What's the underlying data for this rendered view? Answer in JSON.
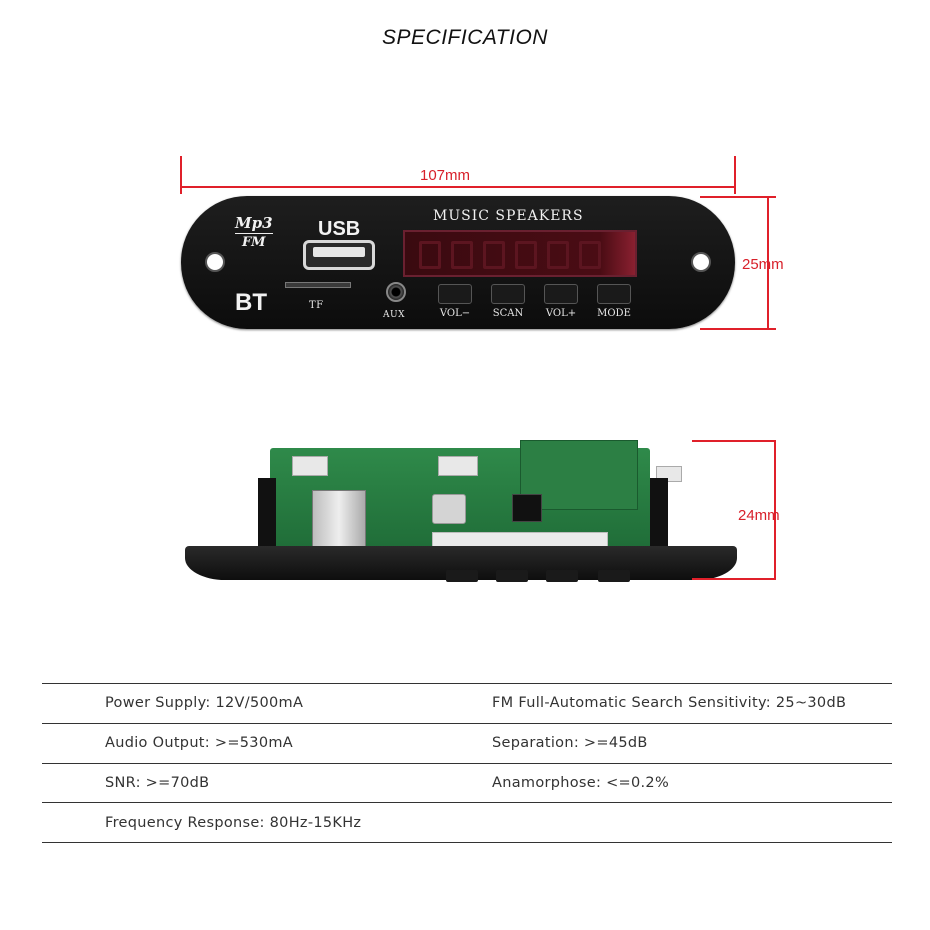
{
  "title": "SPECIFICATION",
  "dimensions": {
    "width_label": "107mm",
    "height_label": "25mm",
    "depth_label": "24mm",
    "line_color": "#e0202a"
  },
  "panel": {
    "logo_line1": "Mp3",
    "logo_line2": "FM",
    "bt_label": "BT",
    "usb_label": "USB",
    "tf_label": "TF",
    "aux_label": "AUX",
    "brand": "MUSIC SPEAKERS",
    "buttons": [
      "VOL−",
      "SCAN",
      "VOL+",
      "MODE"
    ]
  },
  "specs": [
    [
      "Power Supply: 12V/500mA",
      "FM Full-Automatic Search Sensitivity: 25~30dB"
    ],
    [
      "Audio Output: >=530mA",
      "Separation: >=45dB"
    ],
    [
      "SNR: >=70dB",
      "Anamorphose: <=0.2%"
    ],
    [
      "Frequency Response: 80Hz-15KHz",
      ""
    ]
  ]
}
